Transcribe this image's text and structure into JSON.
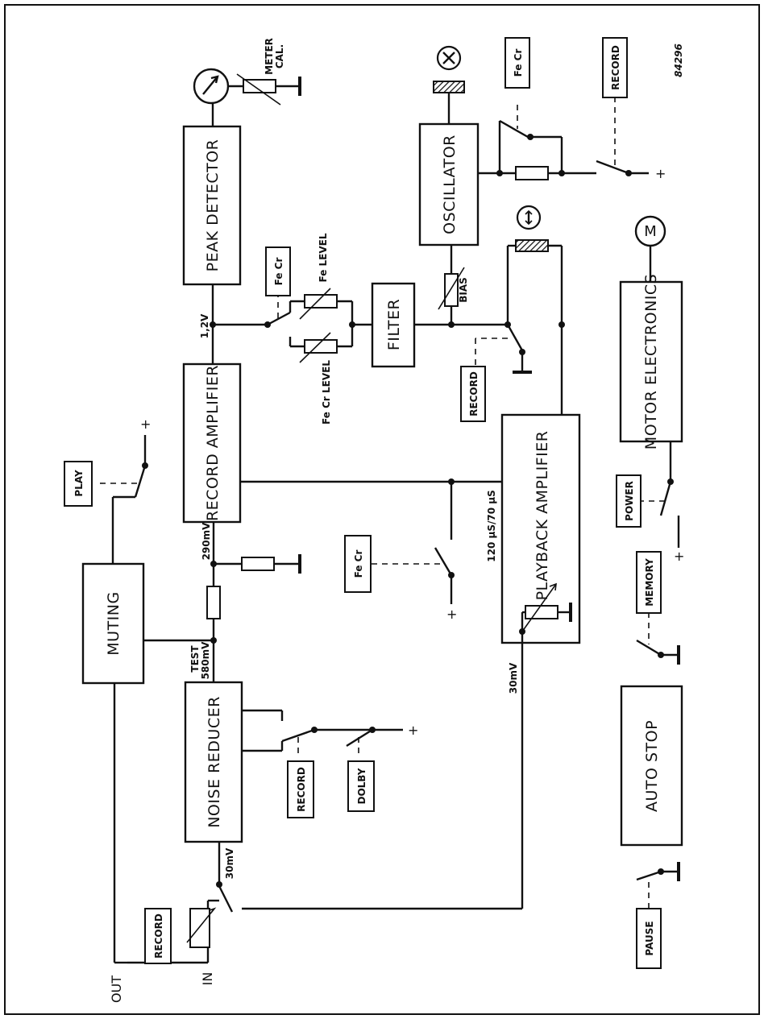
{
  "drawing_number": "84296",
  "blocks": {
    "peak_detector": "PEAK DETECTOR",
    "record_amplifier": "RECORD AMPLIFIER",
    "muting": "MUTING",
    "noise_reducer": "NOISE REDUCER",
    "filter": "FILTER",
    "oscillator": "OSCILLATOR",
    "playback_amplifier": "PLAYBACK AMPLIFIER",
    "motor_electronics": "MOTOR ELECTRONICS",
    "auto_stop": "AUTO STOP"
  },
  "switch_labels": {
    "play": "PLAY",
    "record_nr": "RECORD",
    "dolby": "DOLBY",
    "record_in": "RECORD",
    "fecr_pb": "Fe Cr",
    "fecr_level": "Fe Cr",
    "record_head": "RECORD",
    "fecr_osc": "Fe Cr",
    "record_osc": "RECORD",
    "power": "POWER",
    "memory": "MEMORY",
    "pause": "PAUSE"
  },
  "annotations": {
    "meter_cal_1": "METER",
    "meter_cal_2": "CAL.",
    "level_1v2": "1,2V",
    "fe_level": "Fe LEVEL",
    "fecr_level": "Fe Cr LEVEL",
    "bias": "BIAS",
    "level_290mv": "290mV",
    "test_1": "TEST",
    "test_2": "580mV",
    "level_30mv_nr": "30mV",
    "level_30mv_pb": "30mV",
    "eq": "120 µS/70 µS",
    "in": "IN",
    "out": "OUT",
    "plus": "+",
    "motor": "M"
  }
}
